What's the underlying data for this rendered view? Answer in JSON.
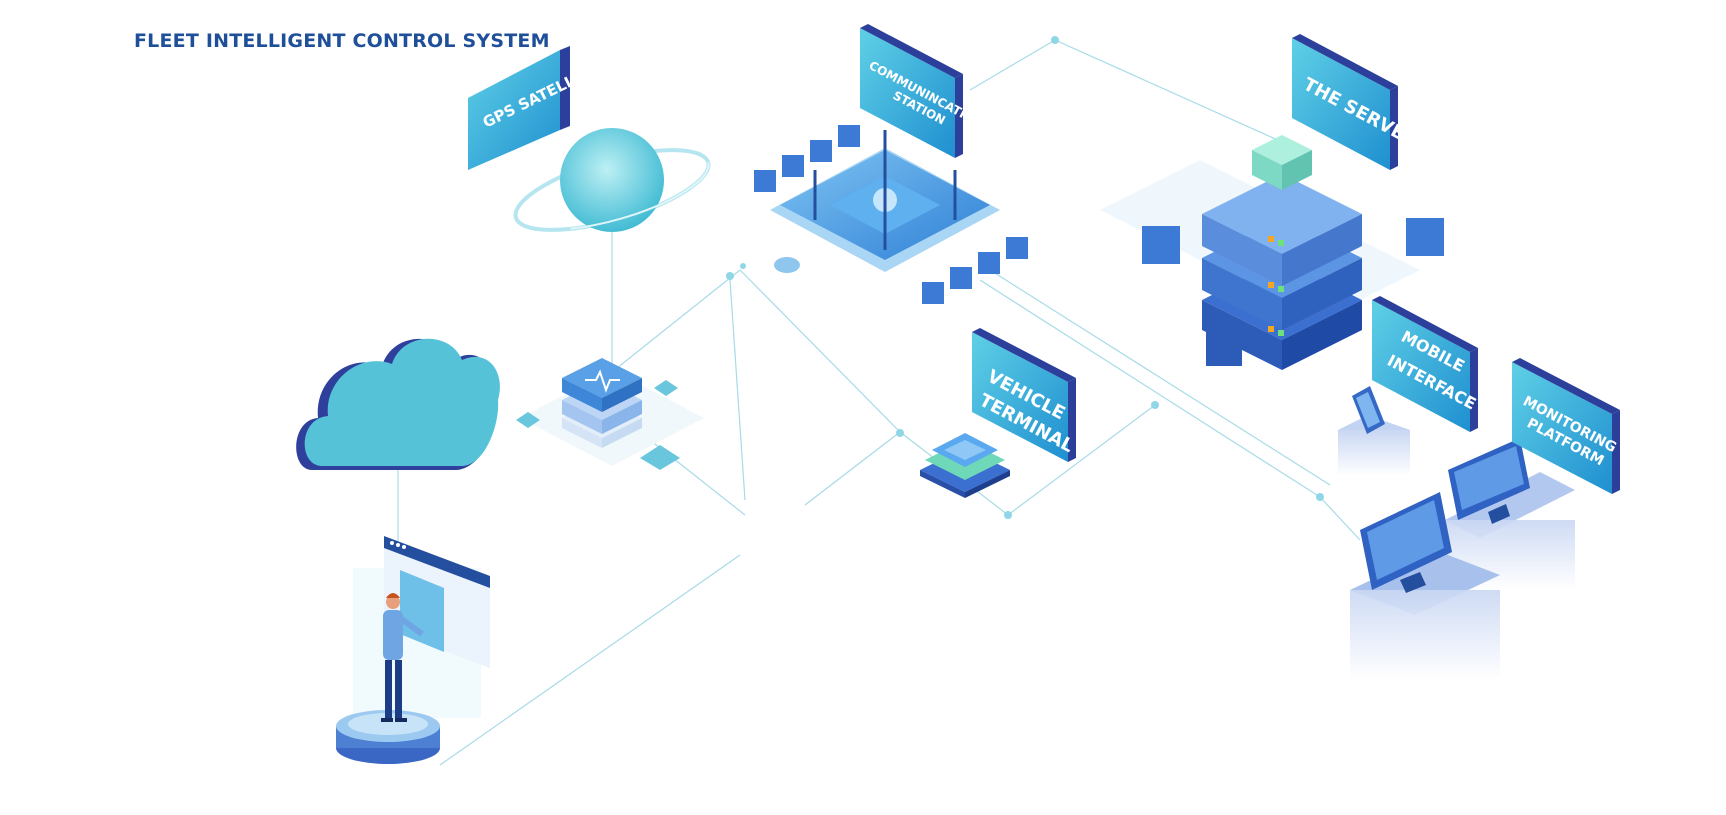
{
  "header": {
    "title": "FLEET INTELLIGENT CONTROL SYSTEM"
  },
  "labels": {
    "gps": [
      "GPS SATELLITE"
    ],
    "station": [
      "COMMUNINCATION",
      "STATION"
    ],
    "server": [
      "THE SERVER"
    ],
    "vehicle": [
      "VEHICLE",
      "TERMINAL"
    ],
    "mobile": [
      "MOBILE",
      "INTERFACE"
    ],
    "monitoring": [
      "MONITORING",
      "PLATFORM"
    ]
  },
  "colors": {
    "title": "#1f4f99",
    "sign_front": "#2aa6d8",
    "sign_side": "#2b3f9b",
    "line": "#9fd8e6",
    "node": "#8fd6e6"
  }
}
